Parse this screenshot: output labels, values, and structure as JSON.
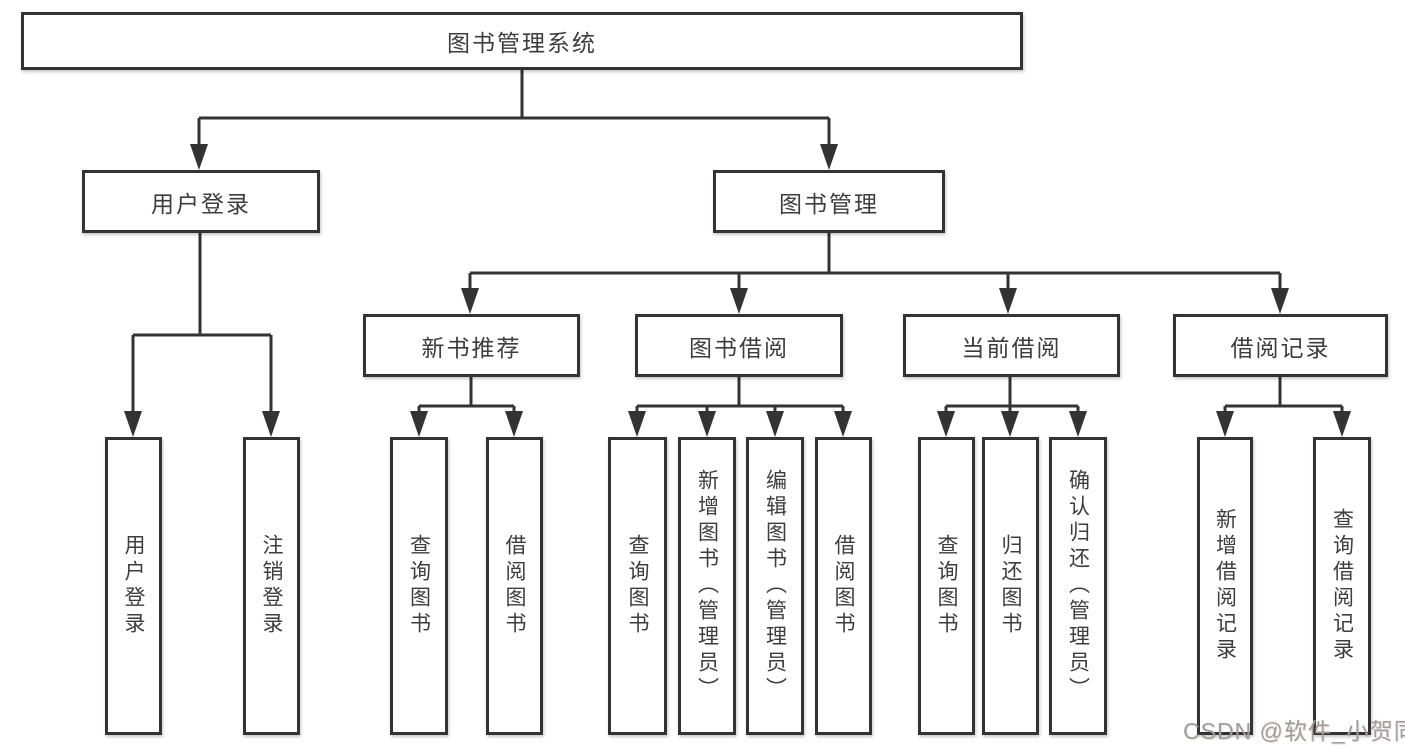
{
  "tree": {
    "root": {
      "label": "图书管理系统"
    },
    "branches": [
      {
        "label": "用户登录",
        "children": [
          {
            "label": "用户登录"
          },
          {
            "label": "注销登录"
          }
        ]
      },
      {
        "label": "图书管理",
        "children": [
          {
            "label": "新书推荐",
            "children": [
              {
                "label": "查询图书"
              },
              {
                "label": "借阅图书"
              }
            ]
          },
          {
            "label": "图书借阅",
            "children": [
              {
                "label": "查询图书"
              },
              {
                "label": "新增图书（管理员）"
              },
              {
                "label": "编辑图书（管理员）"
              },
              {
                "label": "借阅图书"
              }
            ]
          },
          {
            "label": "当前借阅",
            "children": [
              {
                "label": "查询图书"
              },
              {
                "label": "归还图书"
              },
              {
                "label": "确认归还（管理员）"
              }
            ]
          },
          {
            "label": "借阅记录",
            "children": [
              {
                "label": "新增借阅记录"
              },
              {
                "label": "查询借阅记录"
              }
            ]
          }
        ]
      }
    ]
  },
  "watermark": {
    "label": "CSDN @软件_小贺同学"
  },
  "colors": {
    "line": "#333333",
    "text": "#3d3d3d",
    "background": "#ffffff",
    "watermark": "#9e9e9e"
  }
}
